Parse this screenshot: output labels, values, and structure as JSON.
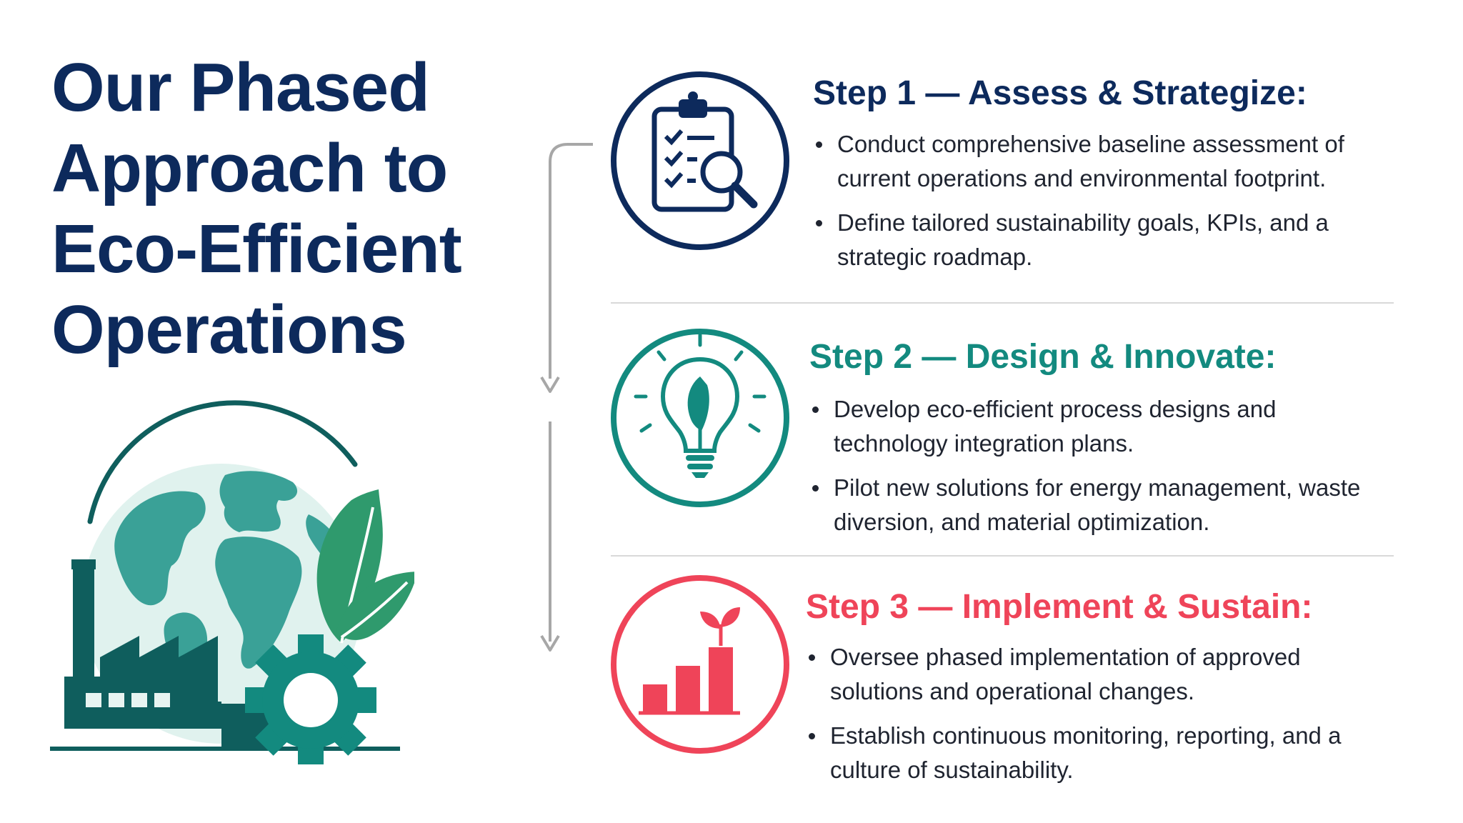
{
  "title": "Our Phased Approach to Eco-Efficient Operations",
  "colors": {
    "navy": "#0d2a5c",
    "teal": "#138a7f",
    "coral": "#ef4459",
    "globe": "#3aa197",
    "dark_teal": "#0f5e5d",
    "leaf": "#2f9a6d",
    "arrow": "#a7a7a7"
  },
  "hero": {
    "globe": "globe-icon",
    "factory": "factory-icon",
    "gear": "gear-icon",
    "leaves": "leaf-icon"
  },
  "steps": [
    {
      "title": "Step 1 — Assess & Strategize:",
      "icon": "clipboard-search-icon",
      "color": "#0d2a5c",
      "bullets": [
        "Conduct comprehensive baseline assessment of current operations and environmental footprint.",
        "Define tailored sustainability goals, KPIs, and a strategic roadmap."
      ]
    },
    {
      "title": "Step 2 — Design & Innovate:",
      "icon": "lightbulb-leaf-icon",
      "color": "#138a7f",
      "bullets": [
        "Develop eco-efficient process designs and technology integration plans.",
        "Pilot new solutions for energy management, waste diversion, and material optimization."
      ]
    },
    {
      "title": "Step 3 — Implement & Sustain:",
      "icon": "growth-chart-icon",
      "color": "#ef4459",
      "bullets": [
        "Oversee phased implementation of approved solutions and operational changes.",
        "Establish continuous monitoring, reporting, and a culture of sustainability."
      ]
    }
  ]
}
